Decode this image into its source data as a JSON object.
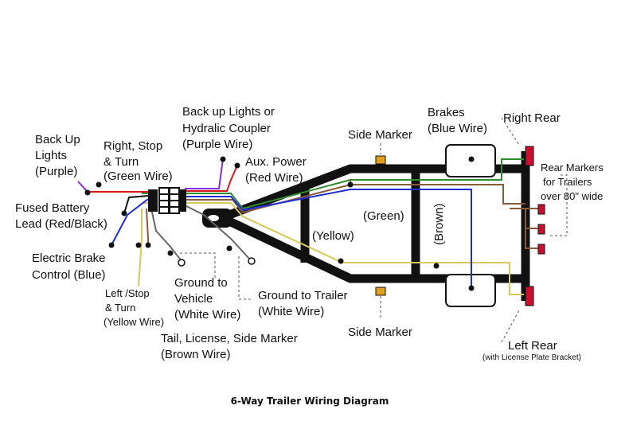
{
  "caption": "6-Way Trailer Wiring Diagram",
  "labels": {
    "backup_lights": [
      "Back Up",
      "Lights",
      "(Purple)"
    ],
    "right_stop": [
      "Right, Stop",
      "& Turn",
      "(Green Wire)"
    ],
    "backup_coupler": [
      "Back up Lights or",
      "Hydralic Coupler",
      "(Purple Wire)"
    ],
    "aux_power": [
      "Aux. Power",
      "(Red Wire)"
    ],
    "fused_battery": [
      "Fused Battery",
      "Lead (Red/Black)"
    ],
    "electric_brake": [
      "Electric Brake",
      "Control (Blue)"
    ],
    "left_stop": [
      "Left /Stop",
      "& Turn",
      "(Yellow Wire)"
    ],
    "ground_vehicle": [
      "Ground to",
      "Vehicle",
      "(White Wire)"
    ],
    "ground_trailer": [
      "Ground to Trailer",
      "(White Wire)"
    ],
    "tail_license": [
      "Tail, License, Side Marker",
      "(Brown Wire)"
    ],
    "side_marker_top": "Side Marker",
    "side_marker_bottom": "Side Marker",
    "brakes": [
      "Brakes",
      "(Blue Wire)"
    ],
    "right_rear": "Right Rear",
    "rear_markers": [
      "Rear Markers",
      "for Trailers",
      "over 80\" wide"
    ],
    "left_rear": "Left Rear",
    "left_rear_note": "(with License Plate Bracket)",
    "green_wire": "(Green)",
    "yellow_wire": "(Yellow)",
    "brown_wire": "(Brown)"
  },
  "colors": {
    "frame": "#111111",
    "green": "#2e8b2e",
    "yellow": "#d8c95a",
    "brown": "#8b5a3c",
    "blue": "#1f2fd6",
    "red": "#d81818",
    "purple": "#8a2be2",
    "white_wire": "#bfbfbf",
    "marker": "#e0a020",
    "lamp": "#c8102e"
  }
}
